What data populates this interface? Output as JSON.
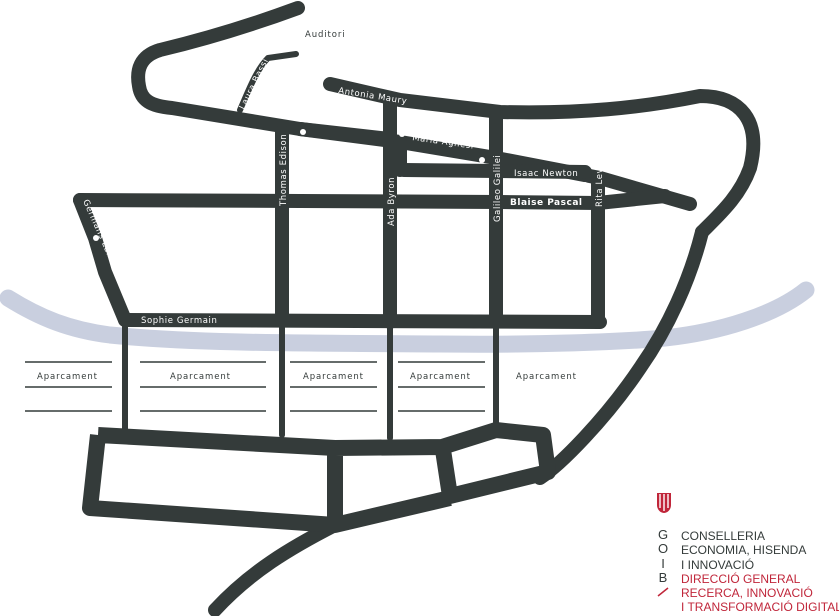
{
  "map": {
    "places": {
      "auditori": "Auditori"
    },
    "streets": {
      "laura_bassi": "Laura Bassi",
      "antonia_maury": "Antonia Maury",
      "maria_agnesi": "Maria Agnesi",
      "isaac_newton": "Isaac Newton",
      "thomas_edison": "Thomas Edison",
      "ada_byron": "Ada Byron",
      "galileo_galilei": "Galileo Galilei",
      "rita_levi": "Rita Levi",
      "blaise_pascal": "Blaise Pascal",
      "germans_lumiere": "Germans Lumière",
      "sophie_germain": "Sophie Germain"
    },
    "parking": [
      "Aparcament",
      "Aparcament",
      "Aparcament",
      "Aparcament",
      "Aparcament"
    ],
    "colors": {
      "road": "#343b3a",
      "river": "#c9cfdf",
      "background": "#ffffff"
    }
  },
  "logo": {
    "letters": [
      "G",
      "O",
      "I",
      "B"
    ],
    "lines": [
      "CONSELLERIA",
      "ECONOMIA, HISENDA",
      "I INNOVACIÓ",
      "DIRECCIÓ GENERAL",
      "RECERCA, INNOVACIÓ",
      "I TRANSFORMACIÓ DIGITAL"
    ],
    "colors": {
      "dark": "#343b3a",
      "accent": "#c0263a"
    }
  }
}
